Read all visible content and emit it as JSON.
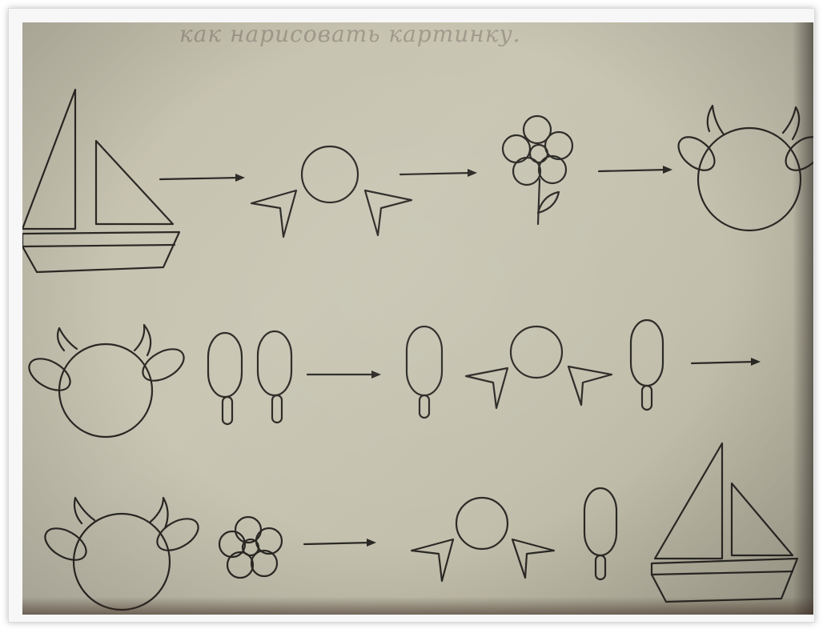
{
  "photo": {
    "faded_handwriting": "как нарисовать картинку."
  },
  "rows": [
    {
      "sequence": [
        "sailboat",
        "arrow",
        "eyes-and-nose",
        "arrow",
        "flower",
        "arrow",
        "cow-head"
      ]
    },
    {
      "sequence": [
        "cow-head",
        "two-popsicles",
        "arrow",
        "popsicle",
        "eyes-and-nose",
        "popsicle",
        "arrow"
      ]
    },
    {
      "sequence": [
        "cow-head",
        "flower",
        "arrow",
        "eyes-and-nose",
        "popsicle",
        "sailboat"
      ]
    }
  ],
  "colors": {
    "paper": "#c6c3b1",
    "ink": "#2b2925"
  }
}
